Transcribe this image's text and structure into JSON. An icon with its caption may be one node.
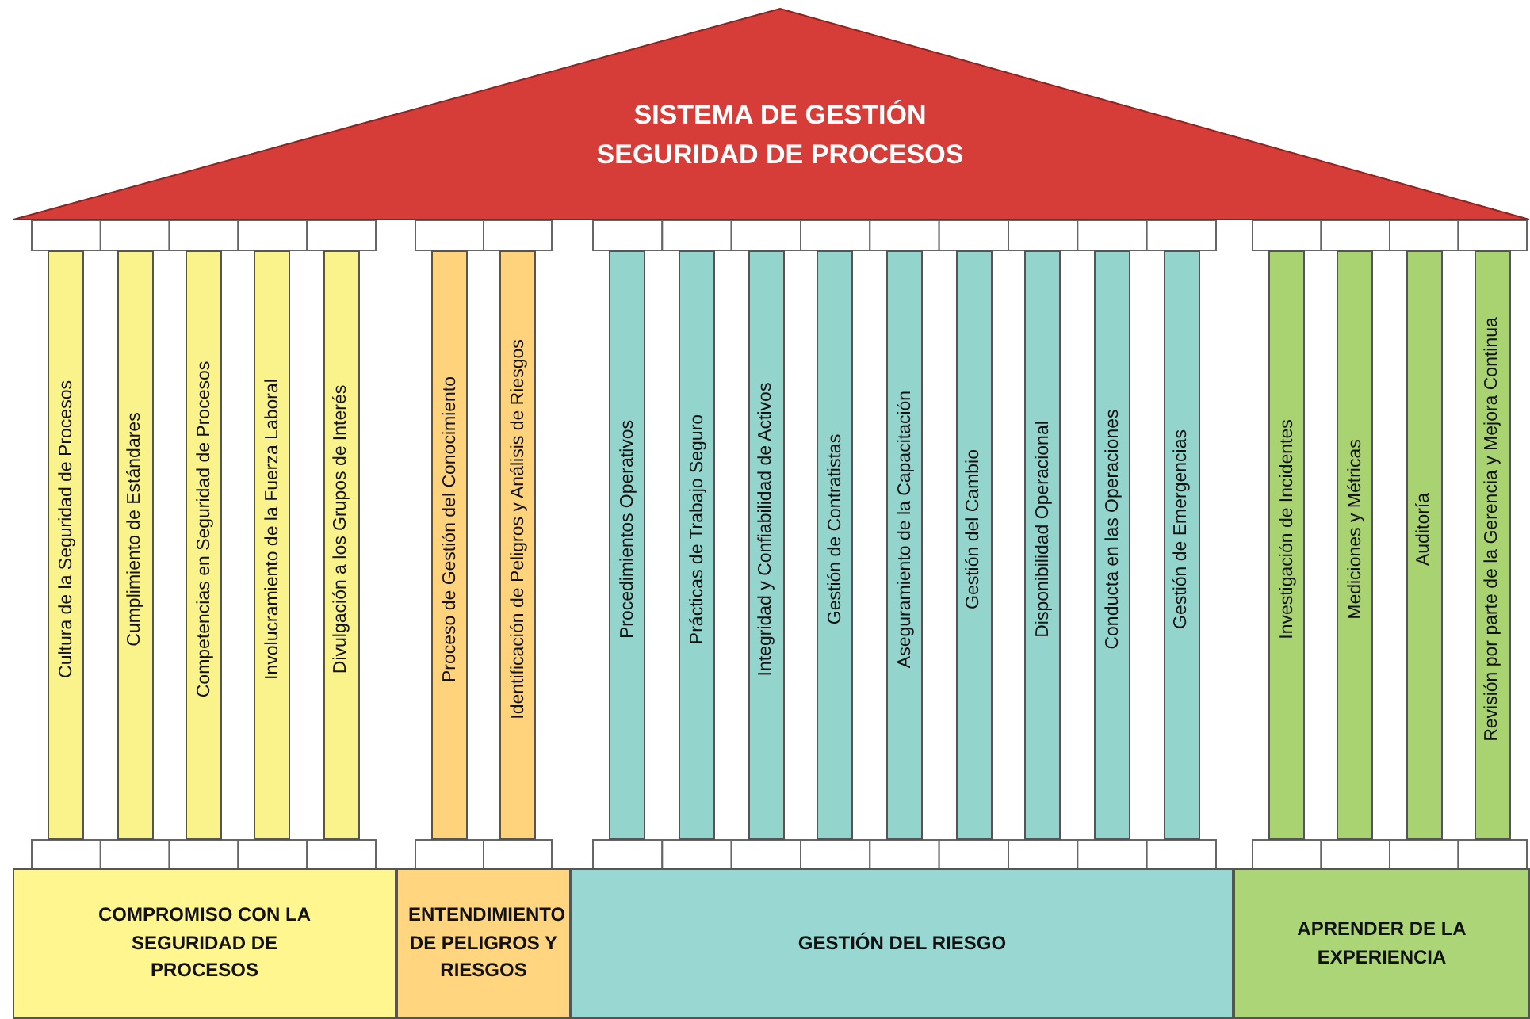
{
  "diagram": {
    "nodes": [
      {
        "text": [
          "SISTEMA DE GESTIÓN SEGURIDAD DE PROCESOS"
        ]
      },
      {
        "text": [
          "Cultura de la Seguridad de Procesos"
        ]
      },
      {
        "text": [
          "Cumplimiento de Estándares"
        ]
      },
      {
        "text": [
          "Competencias en Seguridad de Procesos"
        ]
      },
      {
        "text": [
          "Involucramiento de la Fuerza Laboral"
        ]
      },
      {
        "text": [
          "Divulgación a los Grupos de Interés"
        ]
      },
      {
        "text": [
          "Proceso de Gestión del Conocimiento"
        ]
      },
      {
        "text": [
          "Identificación de Peligros y Análisis de Riesgos"
        ]
      },
      {
        "text": [
          "Procedimientos Operativos"
        ]
      },
      {
        "text": [
          "Prácticas de Trabajo Seguro"
        ]
      },
      {
        "text": [
          "Integridad y Confiabilidad de Activos"
        ]
      },
      {
        "text": [
          "Gestión de Contratistas"
        ]
      },
      {
        "text": [
          "Aseguramiento de la Capacitación"
        ]
      },
      {
        "text": [
          "Gestión del Cambio"
        ]
      },
      {
        "text": [
          "Disponibilidad Operacional"
        ]
      },
      {
        "text": [
          "Conducta en las Operaciones"
        ]
      },
      {
        "text": [
          "Gestión de Emergencias"
        ]
      },
      {
        "text": [
          "Investigación de Incidentes"
        ]
      },
      {
        "text": [
          "Mediciones y Métricas"
        ]
      },
      {
        "text": [
          "Auditoría"
        ]
      },
      {
        "text": [
          "Revisión por parte de la Gerencia y Mejora Continua"
        ]
      },
      {
        "text": [
          "COMPROMISO CON LA SEGURIDAD DE PROCESOS"
        ]
      },
      {
        "text": [
          "ENTENDIMIENTO DE PELIGROS Y RIESGOS"
        ]
      },
      {
        "text": [
          "GESTIÓN DEL RIESGO"
        ]
      },
      {
        "text": [
          "APRENDER DE LA EXPERIENCIA"
        ]
      }
    ],
    "edges": []
  }
}
